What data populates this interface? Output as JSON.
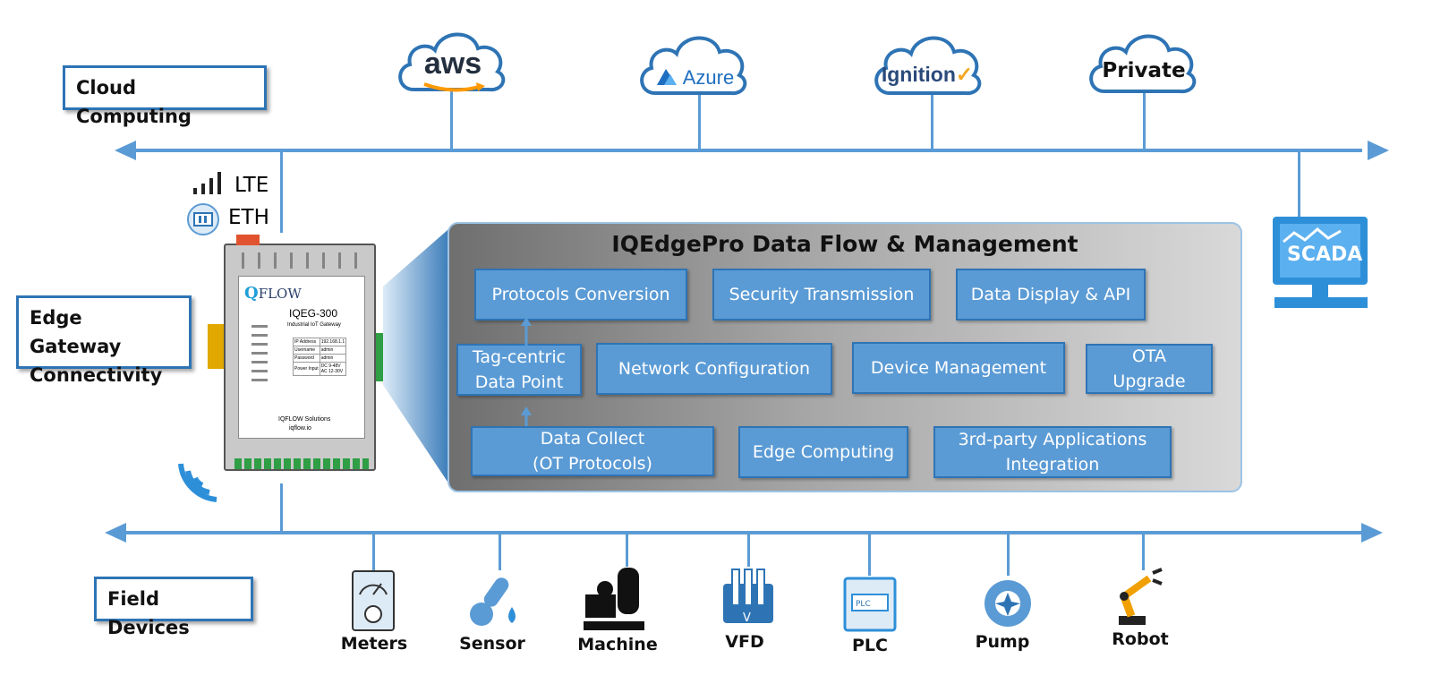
{
  "labels": {
    "cloud": "Cloud Computing",
    "edge": "Edge Gateway\nConnectivity",
    "field": "Field Devices"
  },
  "clouds": [
    {
      "name": "aws"
    },
    {
      "name": "Azure"
    },
    {
      "name": "Ignition"
    },
    {
      "name": "Private"
    }
  ],
  "connectivity": {
    "lte": "LTE",
    "eth": "ETH"
  },
  "scada": "SCADA",
  "gateway": {
    "brand": "FLOW",
    "model": "IQEG-300",
    "subtitle": "Industrial IoT Gateway",
    "table": [
      [
        "IP Address",
        "192.168.1.1"
      ],
      [
        "Username",
        "admin"
      ],
      [
        "Password",
        "admin"
      ],
      [
        "Power Input",
        "DC 9-48V\nAC 12-30V"
      ]
    ],
    "footer1": "IQFLOW Solutions",
    "footer2": "iqflow.io"
  },
  "panel": {
    "title": "IQEdgePro Data Flow & Management",
    "blocks": {
      "protocols": "Protocols Conversion",
      "security": "Security Transmission",
      "display": "Data Display & API",
      "tag": "Tag-centric\nData Point",
      "network": "Network Configuration",
      "device": "Device Management",
      "ota": "OTA\nUpgrade",
      "collect": "Data Collect\n(OT Protocols)",
      "edge": "Edge Computing",
      "thirdparty": "3rd-party Applications\nIntegration"
    }
  },
  "devices": [
    "Meters",
    "Sensor",
    "Machine",
    "VFD",
    "PLC",
    "Pump",
    "Robot"
  ],
  "colors": {
    "accent": "#5b9bd5",
    "border": "#2e74b5"
  }
}
